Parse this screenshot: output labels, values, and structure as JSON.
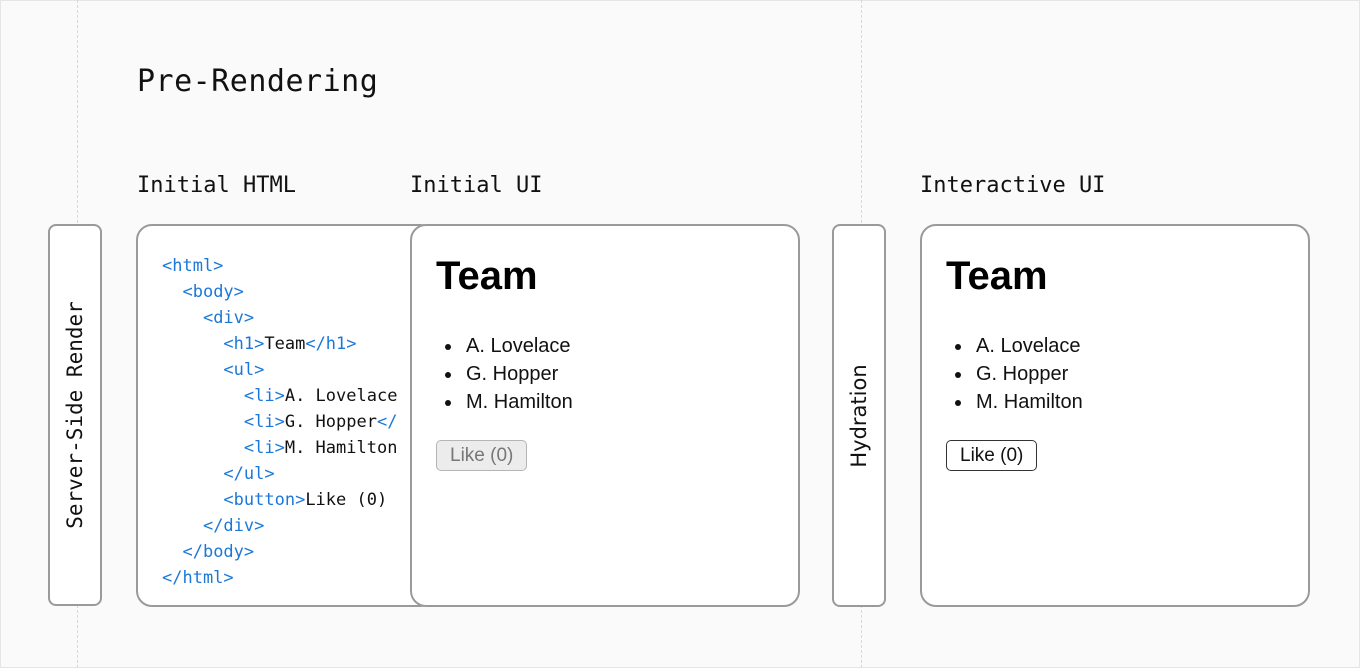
{
  "title": "Pre-Rendering",
  "columns": {
    "initial_html": "Initial HTML",
    "initial_ui": "Initial UI",
    "interactive_ui": "Interactive UI"
  },
  "steps": {
    "server_side_render": "Server-Side Render",
    "hydration": "Hydration"
  },
  "code": {
    "html_open": "<html>",
    "body_open": "<body>",
    "div_open": "<div>",
    "h1_open": "<h1>",
    "h1_text": "Team",
    "h1_close": "</h1>",
    "ul_open": "<ul>",
    "li_open": "<li>",
    "li_close": "</",
    "li1_text": "A. Lovelace",
    "li2_text": "G. Hopper",
    "li3_text": "M. Hamilton",
    "ul_close": "</ul>",
    "button_open": "<button>",
    "button_text": "Like (0)",
    "div_close": "</div>",
    "body_close": "</body>",
    "html_close": "</html>"
  },
  "ui": {
    "heading": "Team",
    "members": [
      "A. Lovelace",
      "G. Hopper",
      "M. Hamilton"
    ],
    "like_label": "Like (0)"
  }
}
